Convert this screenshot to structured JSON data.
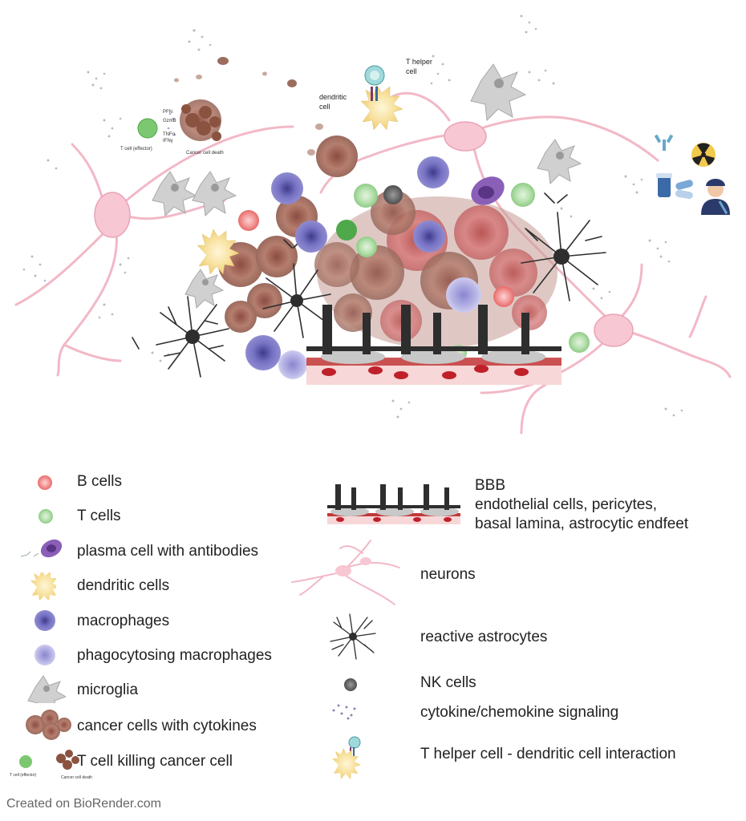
{
  "scene": {
    "labels": {
      "t_helper": [
        "T helper",
        "cell"
      ],
      "dendritic": [
        "dendritic",
        "cell"
      ],
      "t_effector": "T cell (effector)",
      "cancer_death": "Cancer cell death",
      "cytokines": [
        "PFN",
        "GzmB",
        "TNFα",
        "IFNγ"
      ]
    },
    "therapy_icons": [
      "antibody-icon",
      "radiation-icon",
      "pills-icon",
      "surgeon-icon"
    ]
  },
  "legend": {
    "left": [
      {
        "icon": "b-cell-icon",
        "label": "B cells"
      },
      {
        "icon": "t-cell-icon",
        "label": "T cells"
      },
      {
        "icon": "plasma-cell-icon",
        "label": "plasma cell with antibodies"
      },
      {
        "icon": "dendritic-cell-icon",
        "label": "dendritic cells"
      },
      {
        "icon": "macrophage-icon",
        "label": "macrophages"
      },
      {
        "icon": "phagocytosing-macrophage-icon",
        "label": "phagocytosing macrophages"
      },
      {
        "icon": "microglia-icon",
        "label": "microglia"
      },
      {
        "icon": "cancer-cells-icon",
        "label": "cancer cells with cytokines"
      },
      {
        "icon": "t-cell-killing-icon",
        "label": "T cell killing cancer cell"
      }
    ],
    "left_mini_labels": {
      "t_effector": "T cell (effector)",
      "cancer_death": "Cancer cell death"
    },
    "right": [
      {
        "icon": "bbb-icon",
        "label_lines": [
          "BBB",
          "endothelial cells, pericytes,",
          "basal lamina, astrocytic endfeet"
        ]
      },
      {
        "icon": "neuron-icon",
        "label": "neurons"
      },
      {
        "icon": "astrocyte-icon",
        "label": "reactive astrocytes"
      },
      {
        "icon": "nk-cell-icon",
        "label": "NK cells"
      },
      {
        "icon": "cytokine-icon",
        "label": "cytokine/chemokine signaling"
      },
      {
        "icon": "th-dc-interaction-icon",
        "label": "T helper cell - dendritic cell interaction"
      }
    ]
  },
  "footer": "Created on BioRender.com",
  "colors": {
    "neuron": "#f2b8c6",
    "b_cell": "#f27a7a",
    "t_cell": "#a8dba0",
    "macrophage": "#6f6bb8",
    "cancer": "#a56b5c",
    "astrocyte": "#2e2e2e",
    "microglia": "#c8c8c8",
    "dendritic": "#f6d98a"
  }
}
